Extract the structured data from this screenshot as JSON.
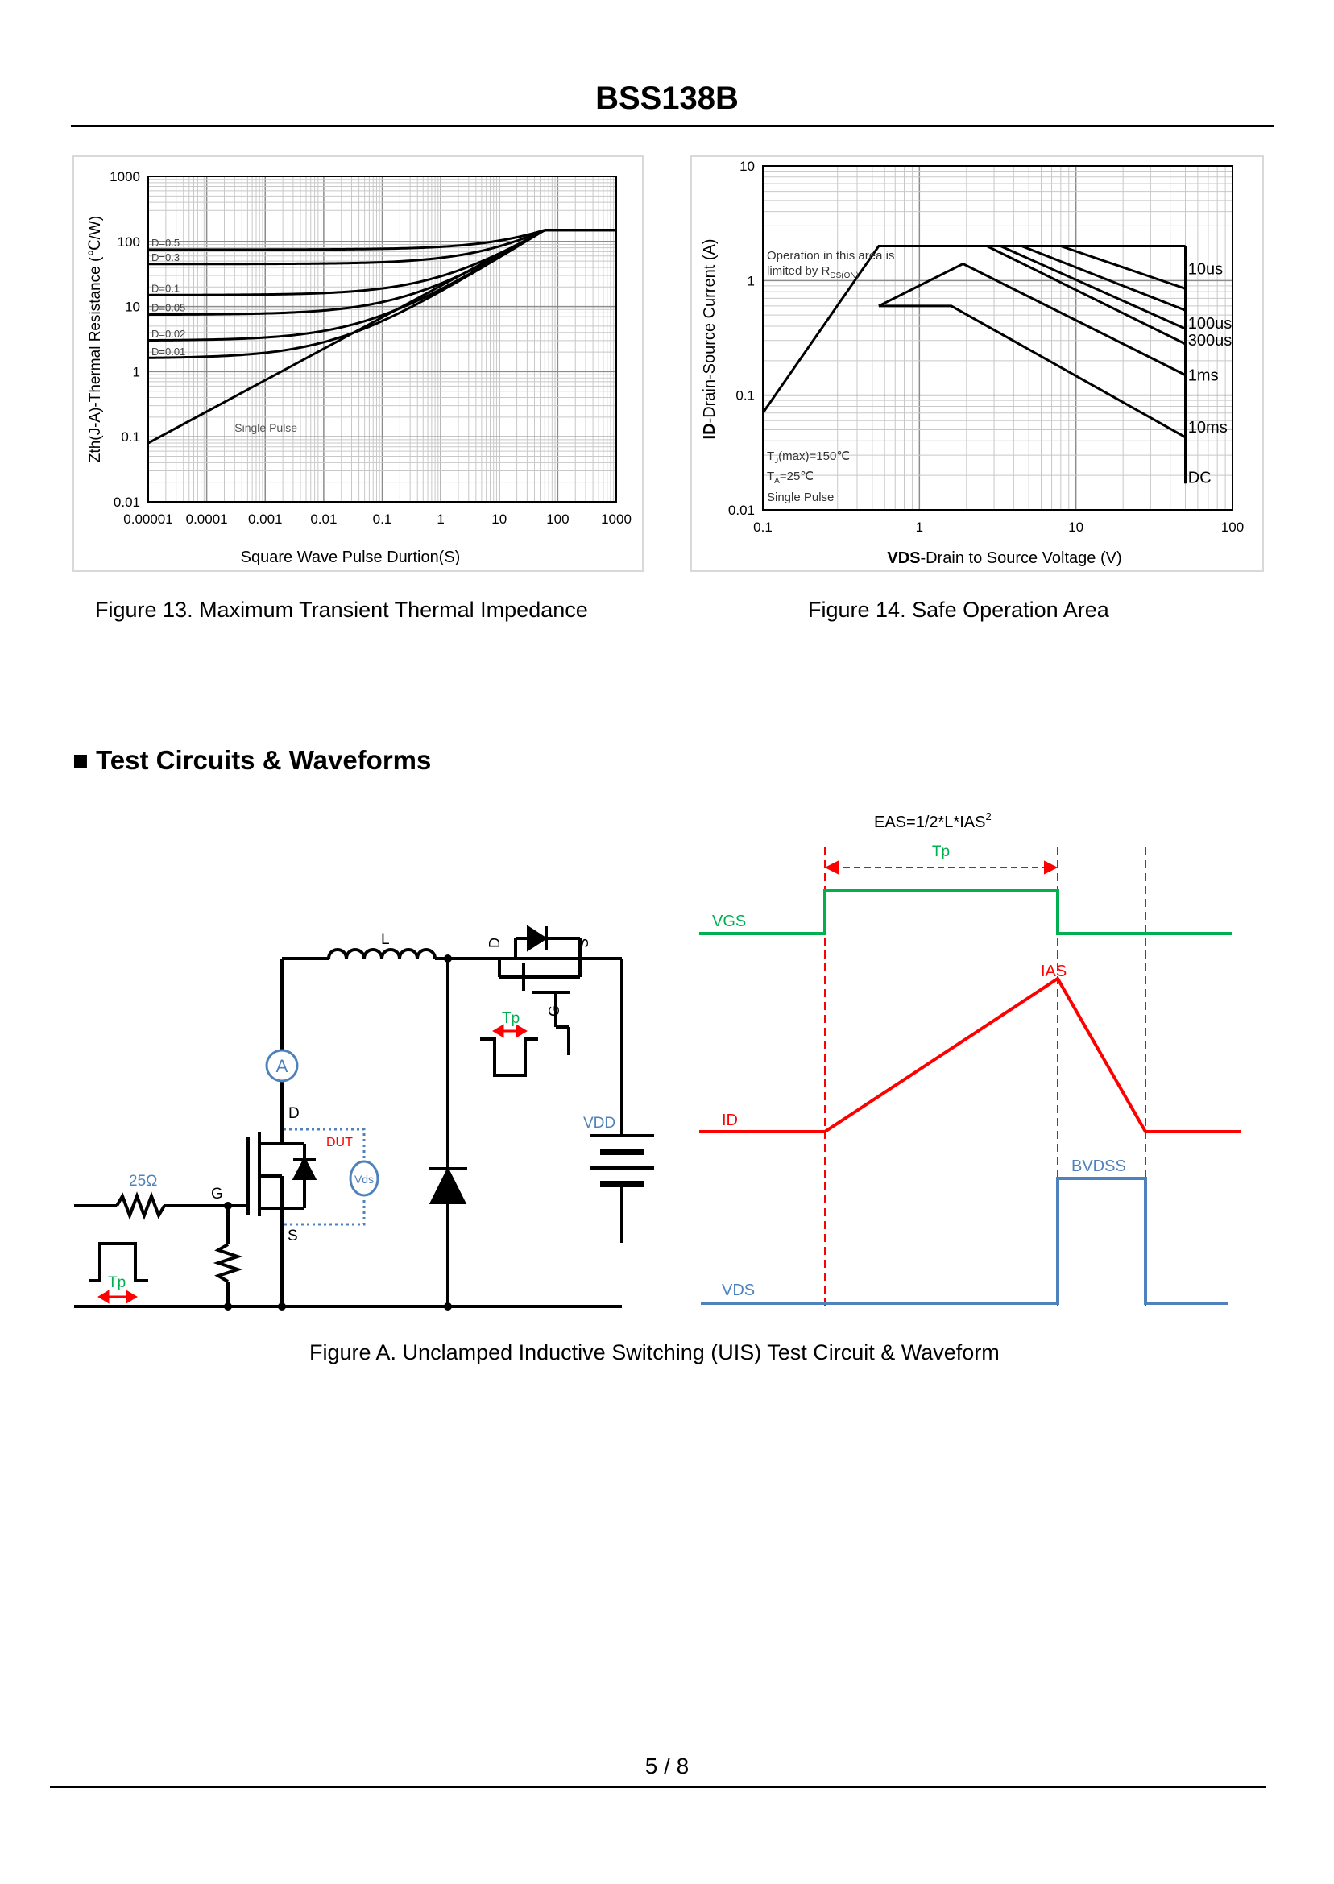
{
  "header": {
    "title": "BSS138B"
  },
  "figures": {
    "fig13": {
      "caption": "Figure 13.  Maximum Transient Thermal Impedance"
    },
    "fig14": {
      "caption": "Figure 14.  Safe Operation Area"
    },
    "figA": {
      "caption": "Figure A.  Unclamped Inductive Switching (UIS) Test Circuit & Waveform"
    }
  },
  "section": {
    "title": "■ Test Circuits & Waveforms"
  },
  "footer": {
    "page": "5 / 8"
  },
  "chart_data": [
    {
      "type": "line",
      "id": "fig13",
      "xlabel": "Square Wave Pulse Durtion(S)",
      "ylabel": "Zth(J-A)-Thermal  Resistance (℃/W)",
      "x_scale": "log",
      "y_scale": "log",
      "xlim": [
        1e-05,
        1000
      ],
      "ylim": [
        0.01,
        1000
      ],
      "x_ticks": [
        "0.00001",
        "0.0001",
        "0.001",
        "0.01",
        "0.1",
        "1",
        "10",
        "100",
        "1000"
      ],
      "y_ticks": [
        "0.01",
        "0.1",
        "1",
        "10",
        "100",
        "1000"
      ],
      "grid": true,
      "series": [
        {
          "name": "D=0.5",
          "floor": 75
        },
        {
          "name": "D=0.3",
          "floor": 45
        },
        {
          "name": "D=0.1",
          "floor": 15
        },
        {
          "name": "D=0.05",
          "floor": 7.5
        },
        {
          "name": "D=0.02",
          "floor": 3
        },
        {
          "name": "D=0.01",
          "floor": 1.6
        },
        {
          "name": "Single Pulse",
          "x": [
            1e-05,
            60,
            1000
          ],
          "y": [
            0.08,
            150,
            150
          ]
        }
      ],
      "steady_state": 150
    },
    {
      "type": "line",
      "id": "fig14",
      "xlabel_bold": "VDS",
      "xlabel_rest": "-Drain to Source Voltage (V)",
      "ylabel_bold": "ID",
      "ylabel_rest": "-Drain-Source Current (A)",
      "x_scale": "log",
      "y_scale": "log",
      "xlim": [
        0.1,
        100
      ],
      "ylim": [
        0.01,
        10
      ],
      "x_ticks": [
        "0.1",
        "1",
        "10",
        "100"
      ],
      "y_ticks": [
        "0.01",
        "0.1",
        "1",
        "10"
      ],
      "grid": true,
      "annotations": {
        "rds1": "Operation in this area is",
        "rds2": "limited by R",
        "rds_sub": "DS(ON)",
        "tj": "(max)=150℃",
        "ta": "=25℃",
        "single": "Single Pulse",
        "tj_t": "T",
        "tj_sub": "J",
        "ta_t": "T",
        "ta_sub": "A"
      },
      "series": [
        {
          "name": "10us",
          "x": [
            0.1,
            0.55,
            50
          ],
          "y": [
            0.07,
            2,
            2
          ]
        },
        {
          "name": "100us",
          "x": [
            0.55,
            3.3,
            50
          ],
          "y": [
            2,
            2,
            0.38
          ]
        },
        {
          "name": "300us",
          "x": [
            2.7,
            50
          ],
          "y": [
            2,
            0.28
          ]
        },
        {
          "name": "1ms",
          "x": [
            0.55,
            1.9,
            50
          ],
          "y": [
            0.6,
            1.4,
            0.15
          ]
        },
        {
          "name": "10ms",
          "x": [
            0.55,
            1.6,
            50
          ],
          "y": [
            0.6,
            0.6,
            0.043
          ]
        },
        {
          "name": "DC",
          "x": [
            50,
            50
          ],
          "y": [
            2,
            0.017
          ]
        }
      ]
    }
  ],
  "diagram": {
    "circuit": {
      "L": "L",
      "D1": "D",
      "S1": "S",
      "G1": "G",
      "tp1": "Tp",
      "A": "A",
      "D2": "D",
      "DUT": "DUT",
      "vds": "Vds",
      "r25": "25Ω",
      "G2": "G",
      "S2": "S",
      "tp2": "Tp",
      "vdd": "VDD"
    },
    "waveform": {
      "eas": "EAS=1/2*L*IAS",
      "eas_sup": "2",
      "tp": "Tp",
      "vgs": "VGS",
      "ias": "IAS",
      "id": "ID",
      "bvdss": "BVDSS",
      "vds": "VDS",
      "colors": {
        "vgs": "#00b050",
        "id": "#ff0000",
        "vds": "#4f81bd"
      }
    }
  }
}
